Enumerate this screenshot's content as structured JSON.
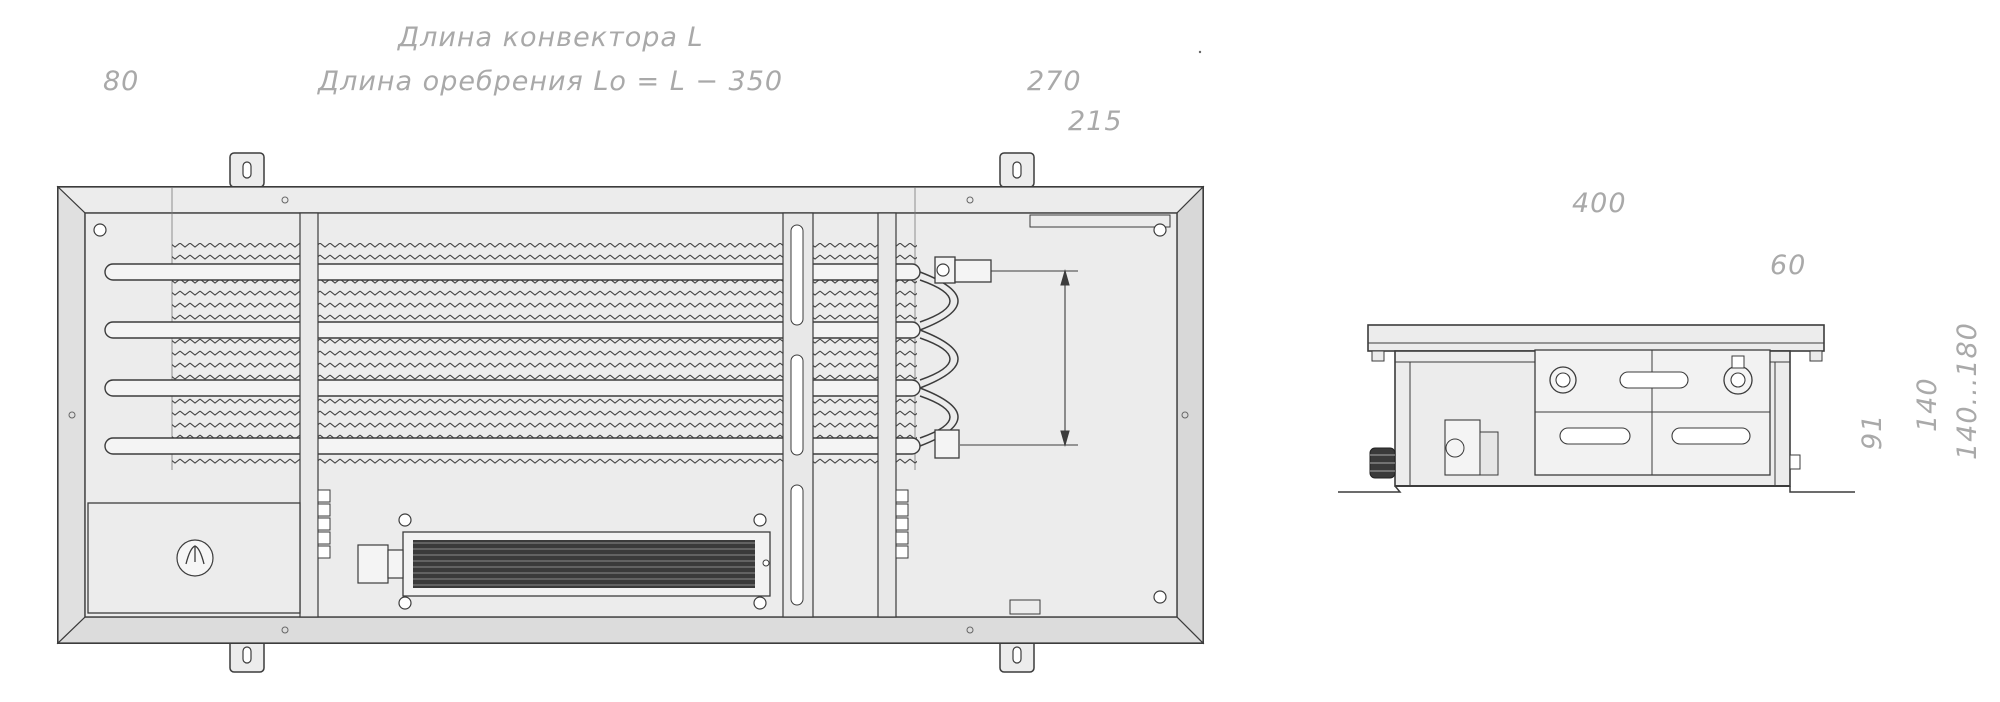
{
  "labels": {
    "convector_length": "Длина конвектора L",
    "fin_length": "Длина оребрения Lo = L − 350",
    "dim_80": "80",
    "dim_270": "270",
    "dim_215": "215",
    "dim_400": "400",
    "dim_60": "60",
    "dim_91": "91",
    "dim_140": "140",
    "dim_140_180": "140...180"
  },
  "colors": {
    "line": "#3c3c3c",
    "fill": "#ececec",
    "frame": "#e2e2e2",
    "dim_text": "#a9a9a9"
  },
  "icons": [
    "brand-logo-icon",
    "corner-screw-icon",
    "valve-fitting-icon",
    "cable-gland-icon"
  ]
}
